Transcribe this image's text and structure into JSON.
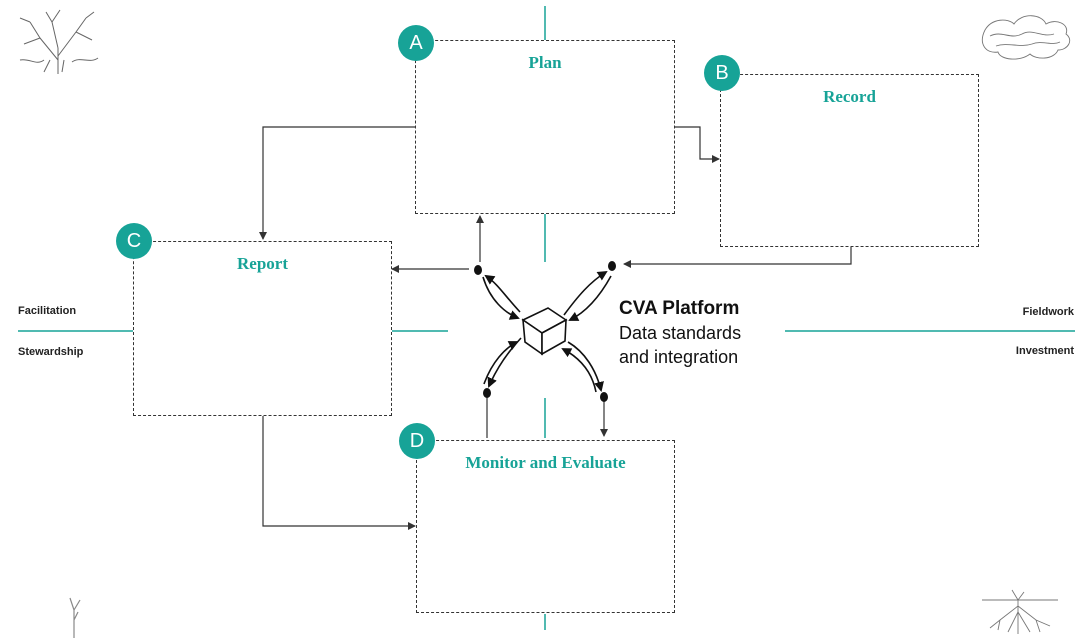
{
  "colors": {
    "accent": "#17a397",
    "line": "#333333",
    "sketch": "#555555"
  },
  "boxes": {
    "plan": {
      "badge": "A",
      "title": "Plan"
    },
    "record": {
      "badge": "B",
      "title": "Record"
    },
    "report": {
      "badge": "C",
      "title": "Report"
    },
    "monitor": {
      "badge": "D",
      "title": "Monitor and Evaluate"
    }
  },
  "platform": {
    "title": "CVA Platform",
    "line1": "Data standards",
    "line2": "and integration"
  },
  "side_labels": {
    "left_top": "Facilitation",
    "left_bottom": "Stewardship",
    "right_top": "Fieldwork",
    "right_bottom": "Investment"
  },
  "icons": [
    "tree-icon",
    "shrub-icon",
    "sapling-icon",
    "roots-icon",
    "cube-icon"
  ]
}
